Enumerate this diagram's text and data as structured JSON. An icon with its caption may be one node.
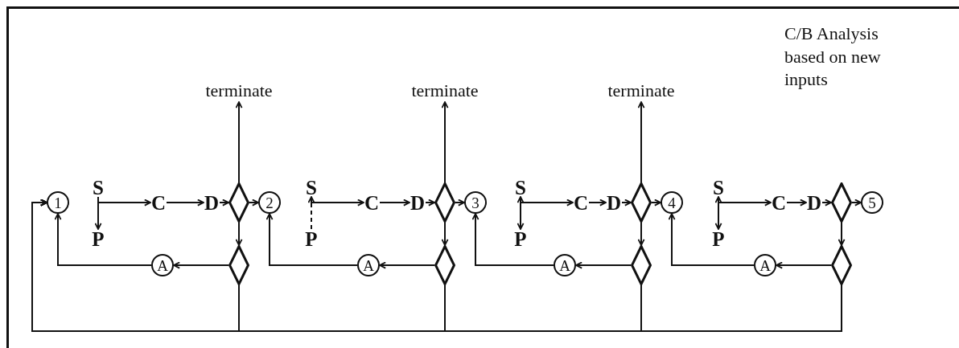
{
  "diagram": {
    "nodes": [
      {
        "text": [
          "1"
        ]
      },
      {
        "text": [
          "S"
        ]
      },
      {
        "text": [
          "P"
        ]
      },
      {
        "text": [
          "C"
        ]
      },
      {
        "text": [
          "D"
        ]
      },
      {
        "text": [],
        "shape": "diamond"
      },
      {
        "text": [
          "2"
        ]
      },
      {
        "text": [],
        "shape": "diamond"
      },
      {
        "text": [
          "A"
        ]
      },
      {
        "text": [
          "S"
        ]
      },
      {
        "text": [
          "P"
        ]
      },
      {
        "text": [
          "C"
        ]
      },
      {
        "text": [
          "D"
        ]
      },
      {
        "text": [],
        "shape": "diamond"
      },
      {
        "text": [
          "3"
        ]
      },
      {
        "text": [],
        "shape": "diamond"
      },
      {
        "text": [
          "A"
        ]
      },
      {
        "text": [
          "S"
        ]
      },
      {
        "text": [
          "P"
        ]
      },
      {
        "text": [
          "C"
        ]
      },
      {
        "text": [
          "D"
        ]
      },
      {
        "text": [],
        "shape": "diamond"
      },
      {
        "text": [
          "4"
        ]
      },
      {
        "text": [],
        "shape": "diamond"
      },
      {
        "text": [
          "A"
        ]
      },
      {
        "text": [
          "S"
        ]
      },
      {
        "text": [
          "P"
        ]
      },
      {
        "text": [
          "C"
        ]
      },
      {
        "text": [
          "D"
        ]
      },
      {
        "text": [],
        "shape": "diamond"
      },
      {
        "text": [
          "5"
        ]
      },
      {
        "text": [],
        "shape": "diamond"
      },
      {
        "text": [
          "A"
        ]
      },
      {
        "text": [
          "terminate"
        ]
      },
      {
        "text": [
          "terminate"
        ]
      },
      {
        "text": [
          "terminate"
        ]
      }
    ],
    "edges": [
      {
        "from": 1,
        "to": 2,
        "arrow": "to"
      },
      {
        "from": 1,
        "to": 3,
        "arrow": "to"
      },
      {
        "from": 3,
        "to": 4,
        "arrow": "to"
      },
      {
        "from": 4,
        "to": 5,
        "arrow": "to"
      },
      {
        "from": 5,
        "to": 6,
        "arrow": "to"
      },
      {
        "from": 5,
        "to": 7,
        "arrow": "to"
      },
      {
        "from": 7,
        "to": 8,
        "arrow": "to"
      },
      {
        "from": 8,
        "to": 0,
        "arrow": "to"
      },
      {
        "from": 7,
        "to": 0,
        "arrow": "to"
      },
      {
        "from": 5,
        "to": 33,
        "arrow": "to"
      },
      {
        "from": 10,
        "to": 9,
        "arrow": "to",
        "style": "dashed"
      },
      {
        "from": 9,
        "to": 11,
        "arrow": "to"
      },
      {
        "from": 11,
        "to": 12,
        "arrow": "to"
      },
      {
        "from": 12,
        "to": 13,
        "arrow": "to"
      },
      {
        "from": 13,
        "to": 14,
        "arrow": "to"
      },
      {
        "from": 13,
        "to": 15,
        "arrow": "to"
      },
      {
        "from": 15,
        "to": 16,
        "arrow": "to"
      },
      {
        "from": 16,
        "to": 6,
        "arrow": "to"
      },
      {
        "from": 15,
        "to": 0,
        "arrow": "to"
      },
      {
        "from": 13,
        "to": 34,
        "arrow": "to"
      },
      {
        "from": 17,
        "to": 18,
        "arrow": "both"
      },
      {
        "from": 17,
        "to": 19,
        "arrow": "to"
      },
      {
        "from": 19,
        "to": 20,
        "arrow": "to"
      },
      {
        "from": 20,
        "to": 21,
        "arrow": "to"
      },
      {
        "from": 21,
        "to": 22,
        "arrow": "to"
      },
      {
        "from": 21,
        "to": 23,
        "arrow": "to"
      },
      {
        "from": 23,
        "to": 24,
        "arrow": "to"
      },
      {
        "from": 24,
        "to": 14,
        "arrow": "to"
      },
      {
        "from": 23,
        "to": 0,
        "arrow": "to"
      },
      {
        "from": 21,
        "to": 35,
        "arrow": "to"
      },
      {
        "from": 25,
        "to": 26,
        "arrow": "both"
      },
      {
        "from": 25,
        "to": 27,
        "arrow": "to"
      },
      {
        "from": 27,
        "to": 28,
        "arrow": "to"
      },
      {
        "from": 28,
        "to": 29,
        "arrow": "to"
      },
      {
        "from": 29,
        "to": 30,
        "arrow": "to"
      },
      {
        "from": 29,
        "to": 31,
        "arrow": "to"
      },
      {
        "from": 31,
        "to": 32,
        "arrow": "to"
      },
      {
        "from": 32,
        "to": 22,
        "arrow": "to"
      },
      {
        "from": 31,
        "to": 0,
        "arrow": "to"
      }
    ],
    "labels": [
      "C/B Analysis based on new inputs"
    ]
  }
}
